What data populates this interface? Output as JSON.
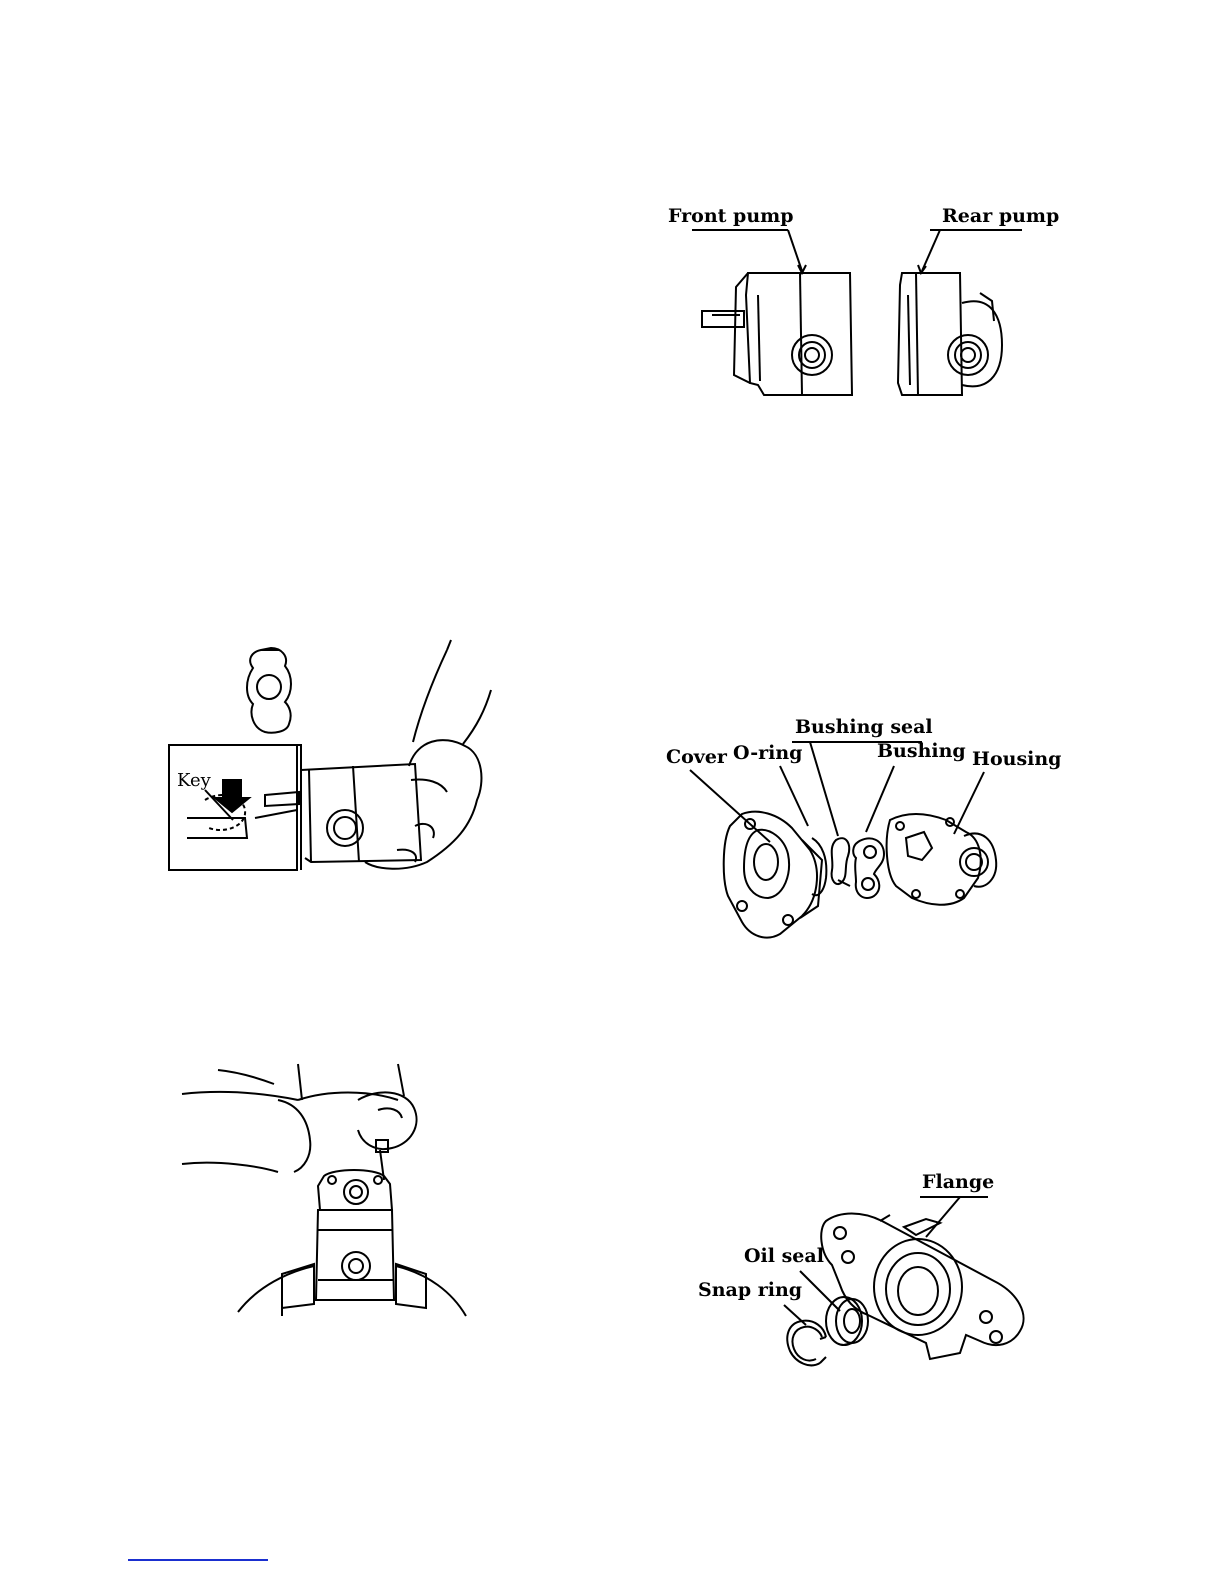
{
  "figures": {
    "front_rear": {
      "front_pump": "Front pump",
      "rear_pump": "Rear pump"
    },
    "key_removal": {
      "key": "Key"
    },
    "rear_cover": {
      "bushing_seal": "Bushing seal",
      "cover": "Cover",
      "o_ring": "O-ring",
      "bushing": "Bushing",
      "housing": "Housing"
    },
    "flange": {
      "flange": "Flange",
      "oil_seal": "Oil seal",
      "snap_ring": "Snap ring"
    }
  },
  "colors": {
    "ink": "#000000",
    "footer_rule": "#1a2fd0"
  }
}
